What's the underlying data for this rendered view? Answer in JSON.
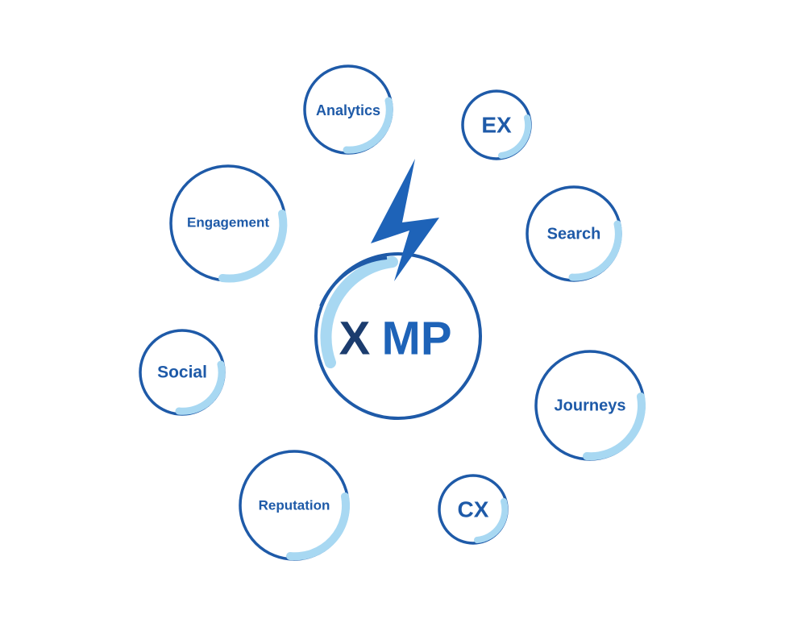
{
  "center": {
    "brand": "XMP",
    "brand_x": "X",
    "brand_rest": "MP"
  },
  "nodes": [
    {
      "id": "analytics",
      "label": "Analytics"
    },
    {
      "id": "ex",
      "label": "EX"
    },
    {
      "id": "engagement",
      "label": "Engagement"
    },
    {
      "id": "search",
      "label": "Search"
    },
    {
      "id": "social",
      "label": "Social"
    },
    {
      "id": "journeys",
      "label": "Journeys"
    },
    {
      "id": "reputation",
      "label": "Reputation"
    },
    {
      "id": "cx",
      "label": "CX"
    }
  ],
  "colors": {
    "outline": "#1e5aa8",
    "highlight": "#a8d8f2",
    "bolt": "#1e63b8",
    "x_dark": "#1b3c6e"
  },
  "icons": {
    "bolt": "lightning-bolt-icon"
  }
}
